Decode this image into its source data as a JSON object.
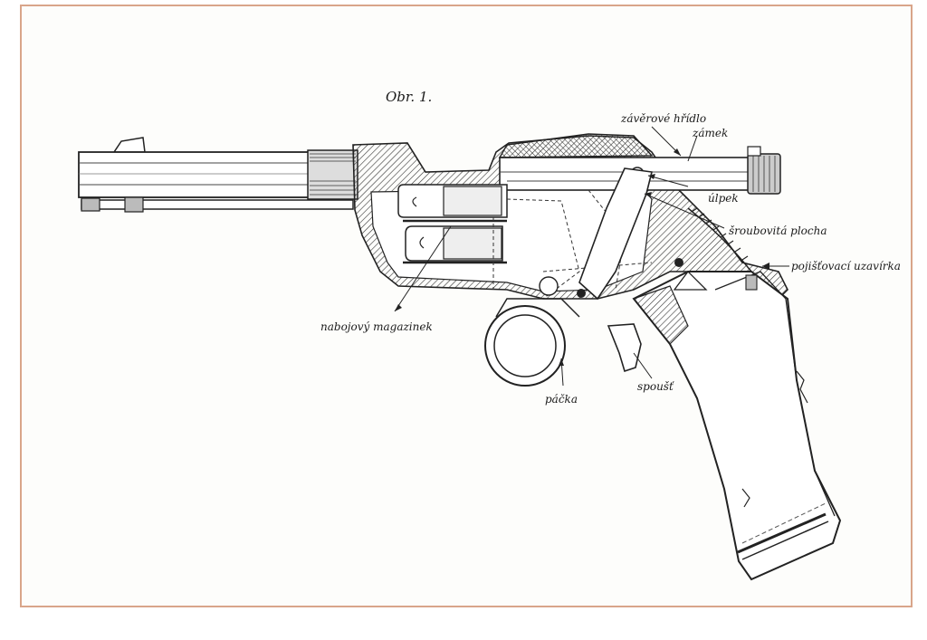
{
  "figure": {
    "title": "Obr. 1.",
    "labels": {
      "bolt_rod": "závěrové hřídlo",
      "lock": "zámek",
      "firing_pin": "úlpek",
      "helical_surface": "šroubovitá plocha",
      "safety_catch": "pojišťovací uzavírka",
      "cartridge_magazine": "nabojový magazinek",
      "lever": "páčka",
      "trigger": "spoušť"
    }
  }
}
